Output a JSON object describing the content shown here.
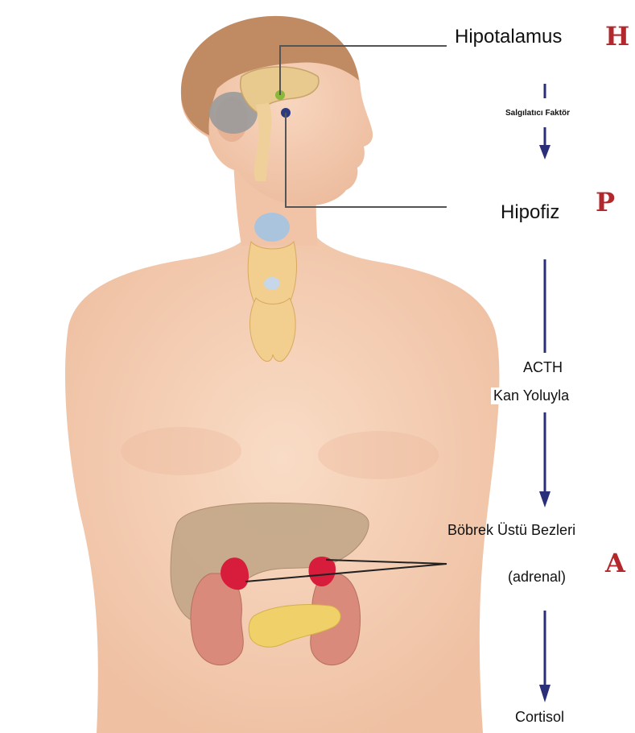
{
  "labels": {
    "hypothalamus": "Hipotalamus",
    "releasing_factor": "Salgılatıcı Faktör",
    "pituitary": "Hipofiz",
    "acth": "ACTH",
    "bloodstream": "Kan   Yoluyla",
    "adrenal_glands": "Böbrek Üstü Bezleri",
    "adrenal": "(adrenal)",
    "cortisol": "Cortisol"
  },
  "letters": {
    "h": "H",
    "p": "P",
    "a": "A"
  },
  "colors": {
    "skin": "#f5cdb2",
    "skin_shadow": "#e9b596",
    "arrow": "#2b2f7a",
    "letter": "#b2282c",
    "liver": "#bfa48c",
    "kidney": "#d98a7a",
    "adrenal_gland": "#d81c3c",
    "pancreas": "#f0d068",
    "brain": "#e6c28a",
    "thyroid": "#f2cf8e",
    "hair": "#b07a55"
  }
}
